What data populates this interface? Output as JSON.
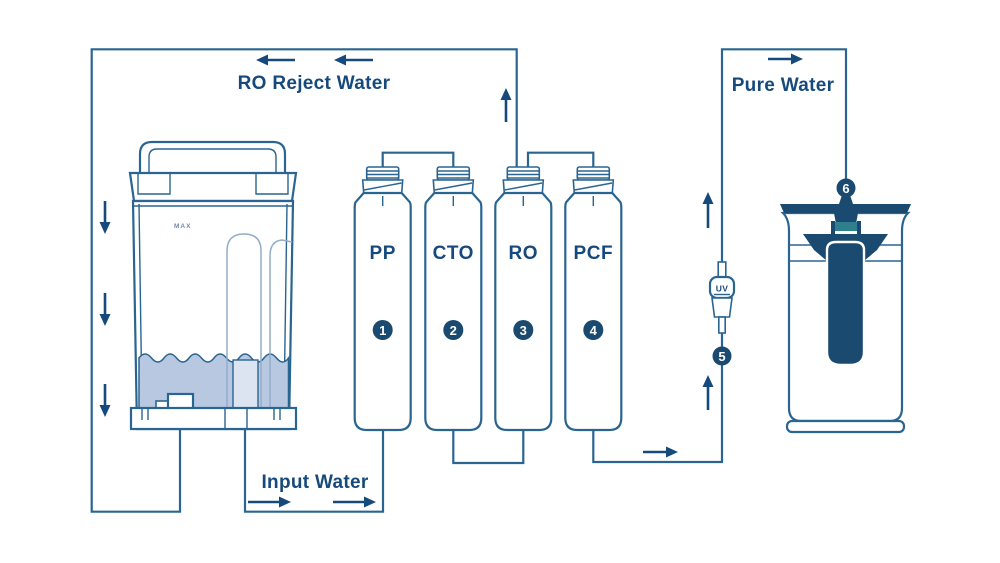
{
  "diagram": {
    "flow_labels": {
      "ro_reject_water": "RO Reject Water",
      "pure_water": "Pure Water",
      "input_water": "Input Water"
    },
    "tank": {
      "max_label": "MAX"
    },
    "filters": [
      {
        "code": "PP",
        "number": "1"
      },
      {
        "code": "CTO",
        "number": "2"
      },
      {
        "code": "RO",
        "number": "3"
      },
      {
        "code": "PCF",
        "number": "4"
      }
    ],
    "uv_sterilizer": {
      "label": "UV",
      "number": "5"
    },
    "pitcher": {
      "number": "6"
    },
    "colors": {
      "line": "#2a6591",
      "dark_text": "#174a7c",
      "dark_fill": "#1b4a70",
      "teal_accent": "#2f7f8f",
      "water": "#b7c8e0",
      "water_highlight": "#dce4f2",
      "background": "#ffffff"
    }
  }
}
